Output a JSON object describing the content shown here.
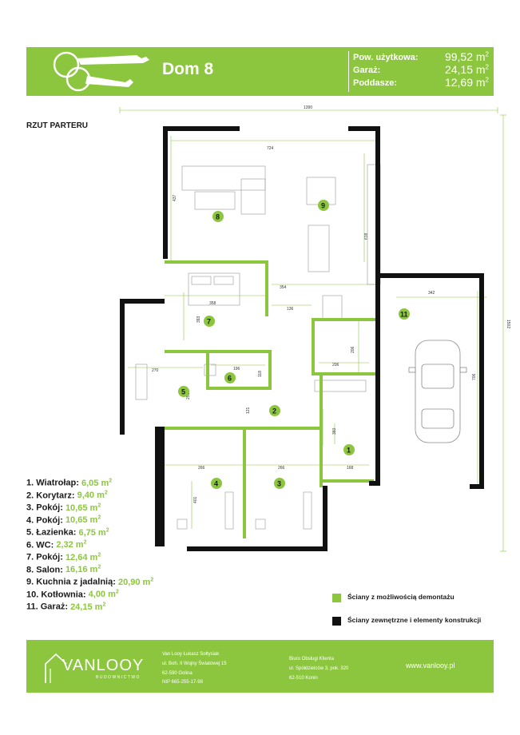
{
  "header": {
    "title": "Dom 8",
    "areas": [
      {
        "label": "Pow. użytkowa:",
        "value": "99,52 m",
        "unit_sup": "2"
      },
      {
        "label": "Garaż:",
        "value": "24,15 m",
        "unit_sup": "2"
      },
      {
        "label": "Poddasze:",
        "value": "12,69 m",
        "unit_sup": "2"
      }
    ]
  },
  "subtitle": "RZUT PARTERU",
  "plan": {
    "dimensions": {
      "total_width": "1390",
      "total_height": "1502",
      "salon_dining_width": "724",
      "salon_height": "437",
      "kitchen_height": "618",
      "pokoj7_width": "358",
      "pokoj7_height": "393",
      "hall_width": "354",
      "hall_small": "136",
      "kotlownia_height": "206",
      "kotlownia_width": "206",
      "lazienka_width": "270",
      "lazienka_height": "251",
      "wc_width": "196",
      "wc_height": "118",
      "korytarz_height": "121",
      "wiatrolap_height": "360",
      "wiatrolap_width": "168",
      "pokoj4_width": "266",
      "pokoj3_width": "266",
      "pokoj_height": "401",
      "garaz_width": "342",
      "garaz_height": "706"
    },
    "room_numbers": [
      "1",
      "2",
      "3",
      "4",
      "5",
      "6",
      "7",
      "8",
      "9",
      "11"
    ]
  },
  "rooms": [
    {
      "num": "1.",
      "name": "Wiatrołap:",
      "area": "6,05 m",
      "sup": "2"
    },
    {
      "num": "2.",
      "name": "Korytarz:",
      "area": "9,40 m",
      "sup": "2"
    },
    {
      "num": "3.",
      "name": "Pokój:",
      "area": "10,65 m",
      "sup": "2"
    },
    {
      "num": "4.",
      "name": "Pokój:",
      "area": "10,65 m",
      "sup": "2"
    },
    {
      "num": "5.",
      "name": "Łazienka:",
      "area": "6,75 m",
      "sup": "2"
    },
    {
      "num": "6.",
      "name": "WC:",
      "area": "2,32 m",
      "sup": "2"
    },
    {
      "num": "7.",
      "name": "Pokój:",
      "area": "12,64 m",
      "sup": "2"
    },
    {
      "num": "8.",
      "name": "Salon:",
      "area": "16,16 m",
      "sup": "2"
    },
    {
      "num": "9.",
      "name": "Kuchnia z jadalnią:",
      "area": "20,90 m",
      "sup": "2"
    },
    {
      "num": "10.",
      "name": "Kotłownia:",
      "area": "4,00 m",
      "sup": "2"
    },
    {
      "num": "11.",
      "name": "Garaż:",
      "area": "24,15 m",
      "sup": "2"
    }
  ],
  "legend": [
    {
      "text": "Ściany z możliwością demontażu",
      "color": "#8cc63f"
    },
    {
      "text": "Ściany zewnętrzne i elementy konstrukcji",
      "color": "#111111"
    }
  ],
  "footer": {
    "brand": "VANLOOY",
    "brand_sub": "BUDOWNICTWO",
    "company": [
      "Van Looy Łukasz Sołtysiak",
      "ul. Boh. II Wojny Światowej 15",
      "62-590 Golina",
      "NIP 665-255-17-98"
    ],
    "office": [
      "Biuro Obsługi Klienta",
      "ul. Spółdzielców 3, pok. 320",
      "62-510 Konin"
    ],
    "website": "www.vanlooy.pl"
  },
  "colors": {
    "accent": "#8cc63f",
    "wall": "#111111",
    "text": "#1a1a1a"
  }
}
